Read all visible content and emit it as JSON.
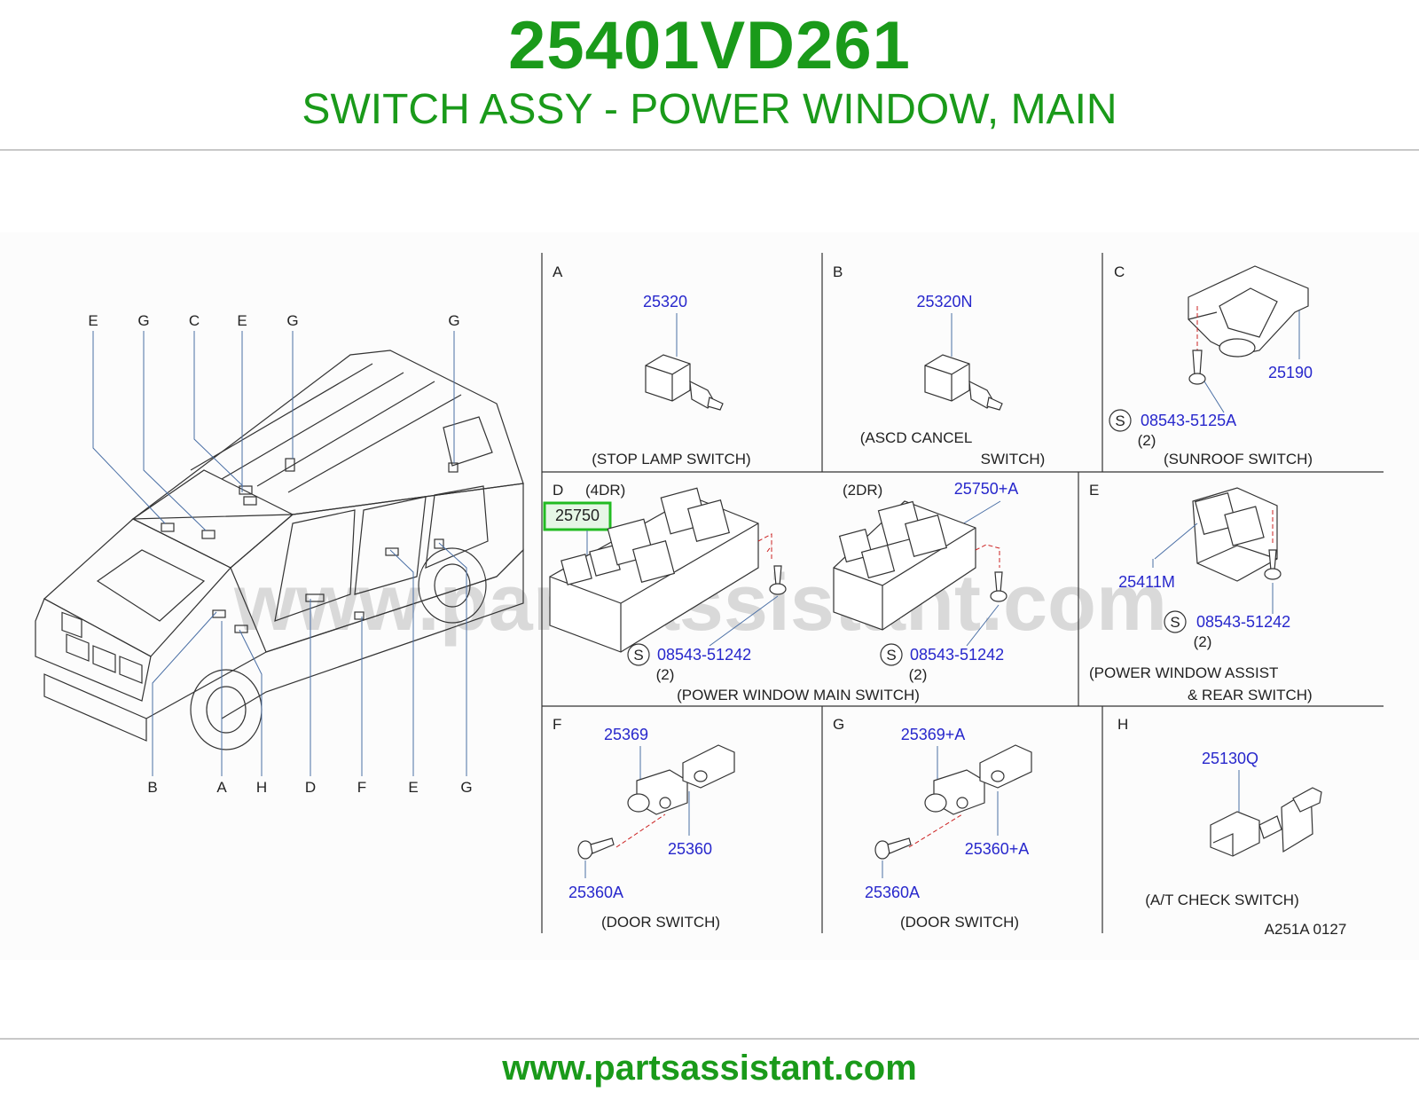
{
  "header": {
    "part_number": "25401VD261",
    "title": "SWITCH ASSY - POWER WINDOW, MAIN"
  },
  "watermark": "www.partsassistant.com",
  "vehicle_callouts": {
    "top": [
      "E",
      "G",
      "C",
      "E",
      "G",
      "G"
    ],
    "bottom": [
      "B",
      "A",
      "H",
      "D",
      "F",
      "E",
      "G"
    ]
  },
  "panels": {
    "A": {
      "letter": "A",
      "part": "25320",
      "caption": "(STOP   LAMP   SWITCH)"
    },
    "B": {
      "letter": "B",
      "part": "25320N",
      "caption1": "(ASCD   CANCEL",
      "caption2": "SWITCH)"
    },
    "C": {
      "letter": "C",
      "part": "25190",
      "screw_symbol": "S",
      "screw": "08543-5125A",
      "qty": "(2)",
      "caption": "(SUNROOF   SWITCH)"
    },
    "D4": {
      "letter": "D",
      "variant": "(4DR)",
      "part": "25750",
      "screw_symbol": "S",
      "screw": "08543-51242",
      "qty": "(2)"
    },
    "D2": {
      "variant": "(2DR)",
      "part": "25750+A",
      "screw_symbol": "S",
      "screw": "08543-51242",
      "qty": "(2)",
      "caption": "(POWER   WINDOW   MAIN   SWITCH)"
    },
    "E": {
      "letter": "E",
      "part": "25411M",
      "screw_symbol": "S",
      "screw": "08543-51242",
      "qty": "(2)",
      "caption1": "(POWER   WINDOW   ASSIST",
      "caption2": "&   REAR   SWITCH)"
    },
    "F": {
      "letter": "F",
      "part1": "25369",
      "part2": "25360",
      "part3": "25360A",
      "caption": "(DOOR   SWITCH)"
    },
    "G": {
      "letter": "G",
      "part1": "25369+A",
      "part2": "25360+A",
      "part3": "25360A",
      "caption": "(DOOR   SWITCH)"
    },
    "H": {
      "letter": "H",
      "part": "25130Q",
      "caption": "(A/T   CHECK   SWITCH)",
      "ref": "A251A   0127"
    }
  },
  "highlight_color": "#22bb22",
  "footer": {
    "url": "www.partsassistant.com"
  }
}
